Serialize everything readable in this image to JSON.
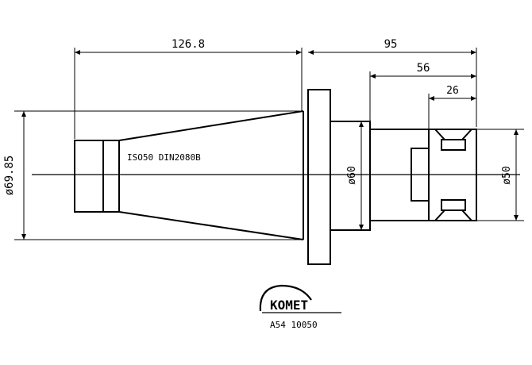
{
  "drawing": {
    "dim_left_length": "126.8",
    "dim_total_length": "95",
    "dim_shank_length": "56",
    "dim_groove_width": "26",
    "dia_taper": "ø69.85",
    "dia_flange": "ø60",
    "dia_shank": "ø50",
    "taper_label": "ISO50 DIN2080B"
  },
  "logo": {
    "brand": "KOMET",
    "part_number": "A54 10050"
  }
}
